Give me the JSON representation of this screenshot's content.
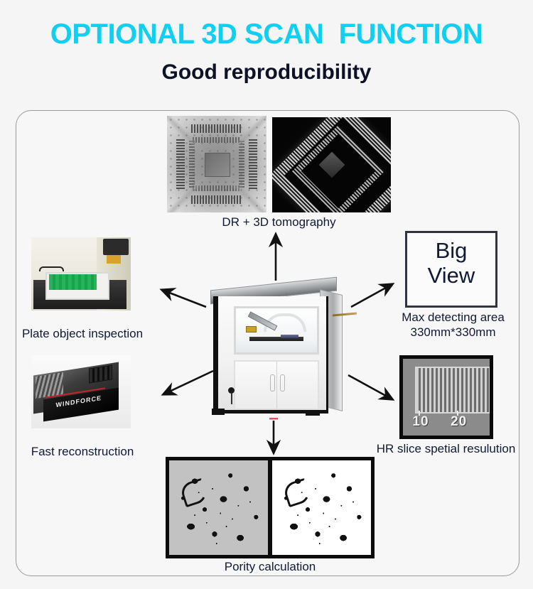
{
  "header": {
    "title": "OPTIONAL 3D SCAN  FUNCTION",
    "subtitle": "Good reproducibility",
    "title_color": "#11cff0",
    "subtitle_color": "#0d1227"
  },
  "background_color": "#f5f5f6",
  "frame": {
    "border_color": "#9a9a9a",
    "fill_color": "#f7f7f8"
  },
  "features": {
    "top": {
      "caption": "DR + 3D tomography",
      "left_image_name": "dr-xray-radiograph",
      "right_image_name": "3d-tomography-render"
    },
    "left_upper": {
      "caption": "Plate object inspection",
      "image_name": "plate-inspection-photo"
    },
    "left_lower": {
      "caption": "Fast reconstruction",
      "image_name": "graphics-card-photo",
      "brand_text": "WINDFORCE"
    },
    "right_upper": {
      "box_text": "Big\nView",
      "caption": "Max detecting area\n330mm*330mm",
      "box_border_color": "#2f3440"
    },
    "right_lower": {
      "caption": "HR slice spetial  resulution",
      "image_name": "resolution-test-pattern",
      "scale_label_1": "10",
      "scale_label_2": "20"
    },
    "bottom": {
      "caption": "Pority calculation",
      "left_image_name": "porosity-grayscale-slice",
      "right_image_name": "porosity-binarized-slice"
    },
    "center": {
      "image_name": "xray-inspection-machine"
    }
  },
  "arrows": [
    {
      "name": "arrow-up-to-tomography",
      "direction": "up"
    },
    {
      "name": "arrow-up-left-to-plate-inspection",
      "direction": "up-left"
    },
    {
      "name": "arrow-down-left-to-fast-reconstruction",
      "direction": "down-left"
    },
    {
      "name": "arrow-up-right-to-big-view",
      "direction": "up-right"
    },
    {
      "name": "arrow-down-right-to-hr-slice",
      "direction": "down-right"
    },
    {
      "name": "arrow-down-to-porosity",
      "direction": "down"
    }
  ]
}
